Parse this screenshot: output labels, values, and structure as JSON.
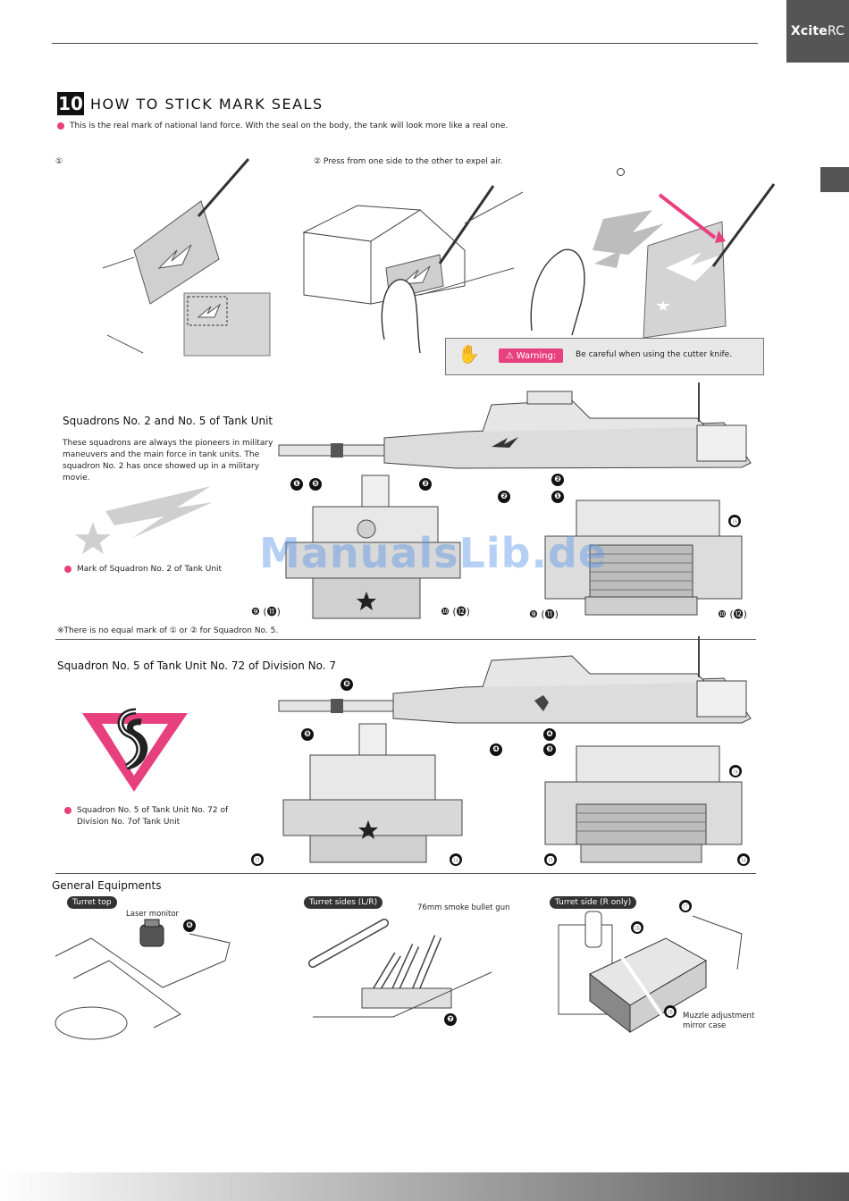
{
  "brand": {
    "name": "Xcite",
    "suffix": "RC"
  },
  "section": {
    "number": "10",
    "title": "HOW TO STICK MARK SEALS",
    "intro": "This is the real mark of national land force. With the seal on the body, the tank will look more like a real one."
  },
  "steps": {
    "step1": "①",
    "step2": "② Press from one side to the other to expel air."
  },
  "warning": {
    "label": "Warning:",
    "text": "Be careful when using the cutter knife."
  },
  "squadron_a": {
    "heading": "Squadrons No. 2 and No. 5 of Tank Unit",
    "description": "These squadrons are always the pioneers in military maneuvers and the main force in tank units. The squadron No. 2 has once showed up in a military movie.",
    "mark_caption": "Mark of Squadron No. 2 of Tank Unit",
    "note": "※There is no equal mark of ① or ② for Squadron No. 5.",
    "callouts": {
      "c1": "❶",
      "c2": "❷",
      "c5": "❺",
      "c15": "⓯",
      "l_front": "❾ (⓫)",
      "r_front": "❿ (⓬)",
      "l_rear": "❾ (⓫)",
      "r_rear": "❿ (⓬)"
    }
  },
  "squadron_b": {
    "heading": "Squadron No. 5 of Tank Unit No. 72 of Division No. 7",
    "mark_caption_line1": "Squadron No. 5 of Tank Unit No. 72 of",
    "mark_caption_line2": "Division No. 7of Tank Unit",
    "callouts": {
      "c3": "❸",
      "c4": "❹",
      "c5": "❺",
      "c8": "❽",
      "c13": "⓭",
      "c14": "⓮",
      "c15": "⓯"
    }
  },
  "general": {
    "heading": "General Equipments",
    "panels": [
      {
        "chip": "Turret top",
        "label": "Laser monitor",
        "callout": "❻"
      },
      {
        "chip": "Turret sides (L/R)",
        "label": "76mm smoke bullet gun",
        "callout": "❼"
      },
      {
        "chip": "Turret side (R only)",
        "label_line1": "Muzzle adjustment",
        "label_line2": "mirror case",
        "callout_a": "⓰",
        "callout_b": "⓱",
        "callout_c": "⓰"
      }
    ]
  },
  "watermark": "ManualsLib.de",
  "colors": {
    "accent": "#e8407e",
    "dark": "#555555",
    "seal_gray": "#cfcfcf"
  }
}
